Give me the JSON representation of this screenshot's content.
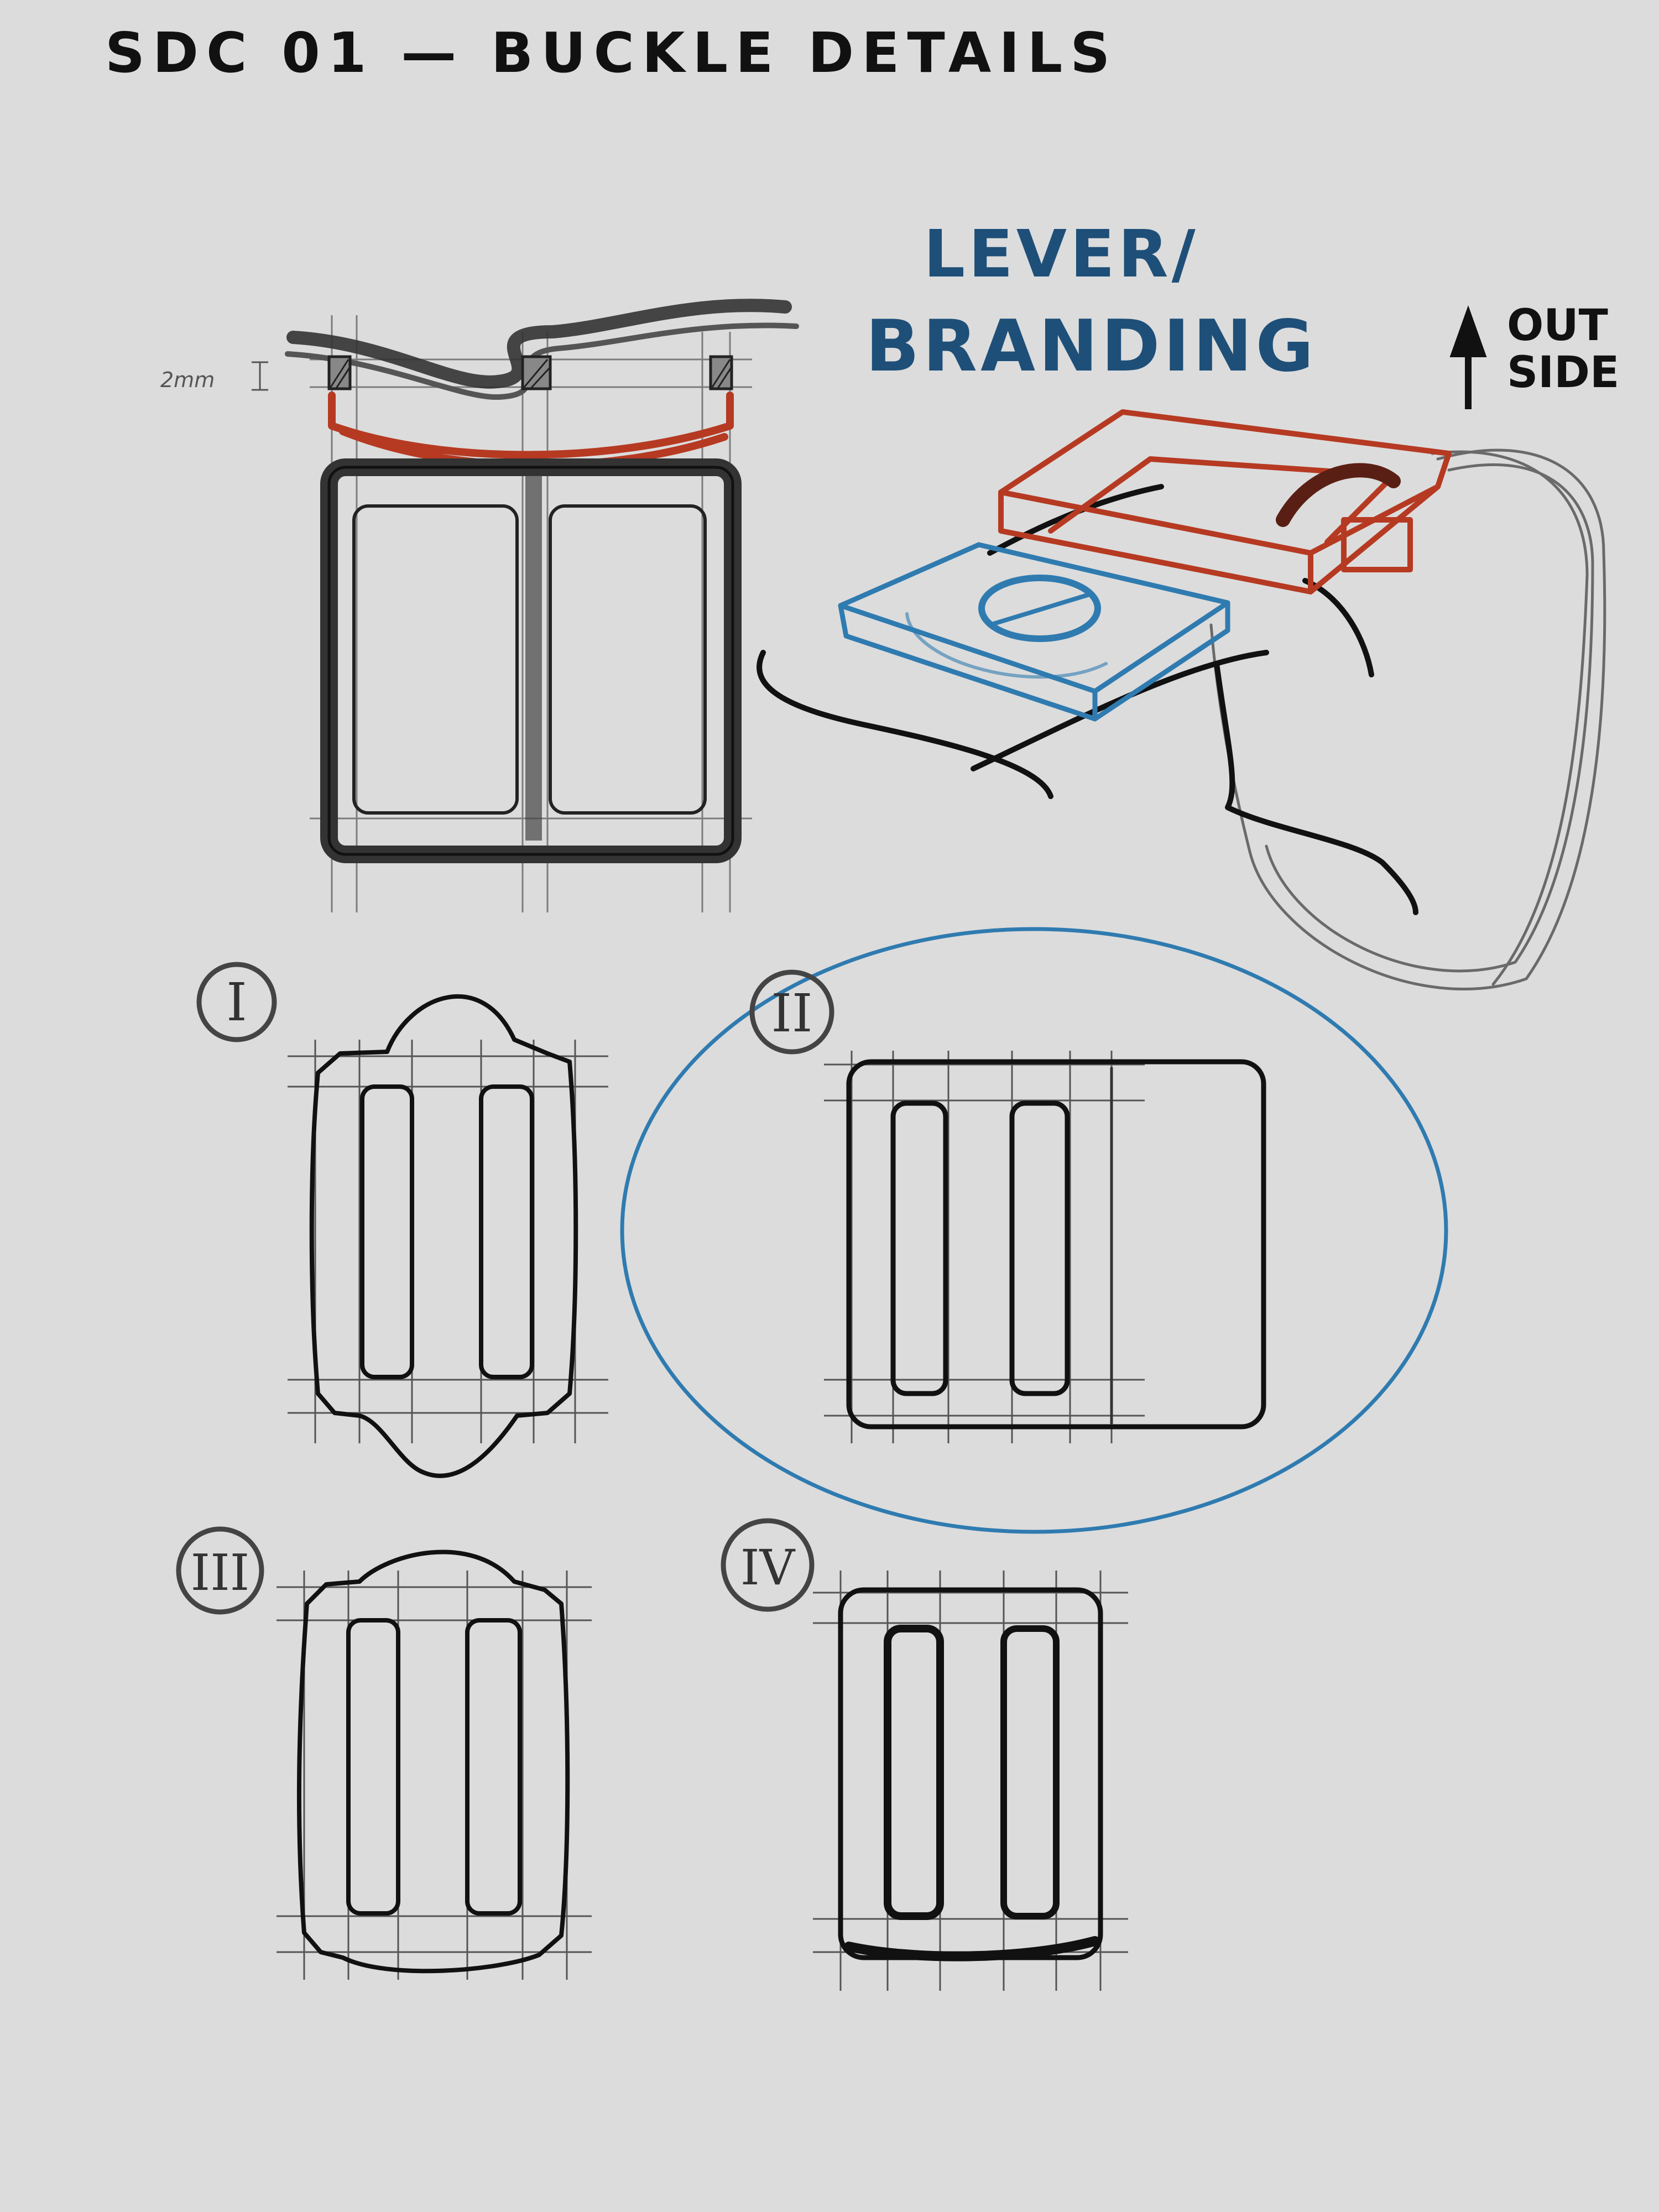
{
  "sheet": {
    "title": "SDC 01 — BUCKLE DETAILS",
    "background": "#dcdcdc"
  },
  "section_detail": {
    "dimension_label": "2mm"
  },
  "perspective_detail": {
    "callout_line1": "LEVER/",
    "callout_line2": "BRANDING",
    "orientation_line1": "OUT",
    "orientation_line2": "SIDE",
    "orientation_icon": "arrow-up-icon"
  },
  "variants": [
    {
      "numeral": "I"
    },
    {
      "numeral": "II",
      "selected": true
    },
    {
      "numeral": "III"
    },
    {
      "numeral": "IV"
    }
  ],
  "colors": {
    "pencil": "#3a3a3a",
    "ink": "#111111",
    "construction": "#5a5a5a",
    "red_highlight": "#b63a22",
    "blue_highlight": "#2f7bb0",
    "callout_text": "#1e4f78"
  }
}
